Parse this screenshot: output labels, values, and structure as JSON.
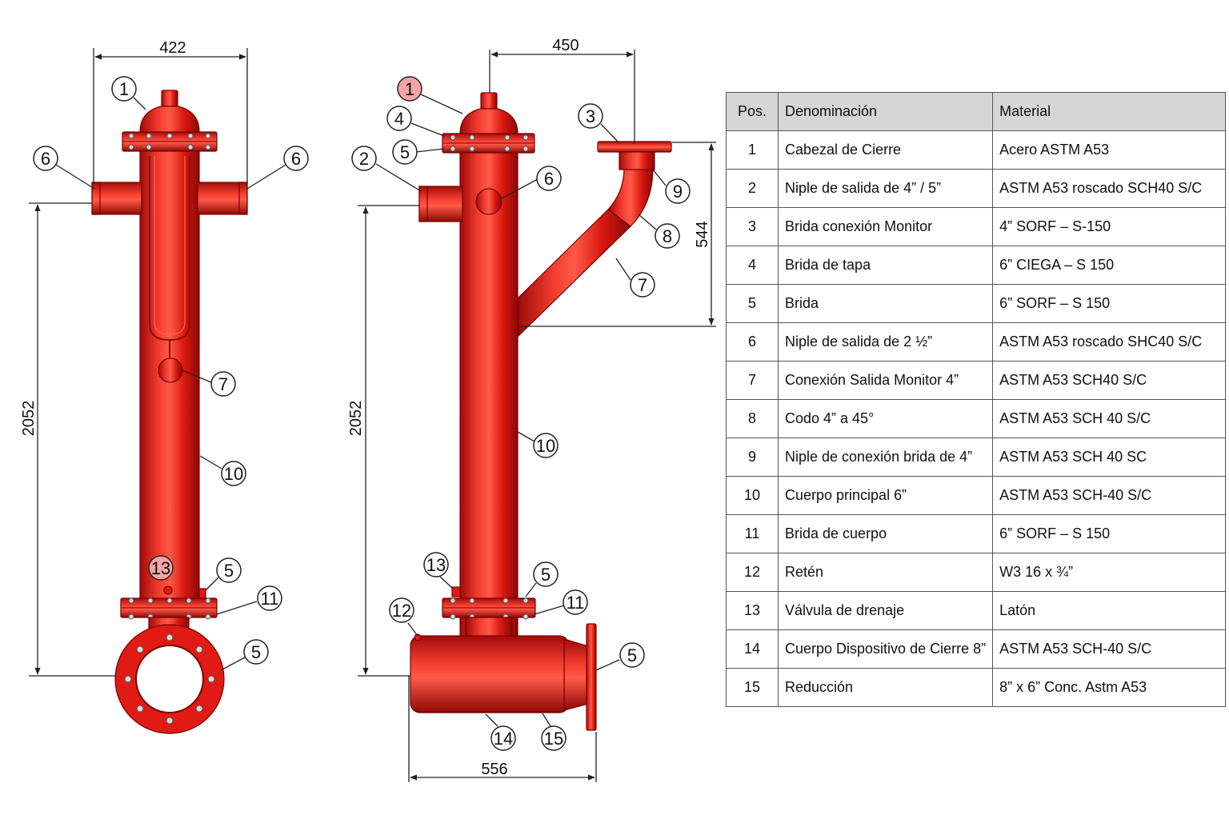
{
  "dimensions": {
    "left_width": "422",
    "left_height": "2052",
    "right_width": "450",
    "right_height": "2052",
    "monitor_height": "544",
    "base_width": "556"
  },
  "callouts": {
    "left": [
      "1",
      "6",
      "6",
      "7",
      "10",
      "13",
      "5",
      "11",
      "5"
    ],
    "right": [
      "1",
      "4",
      "5",
      "2",
      "3",
      "9",
      "8",
      "6",
      "7",
      "10",
      "13",
      "5",
      "11",
      "12",
      "5",
      "14",
      "15"
    ]
  },
  "colors": {
    "hydrant_red": "#e01a14",
    "highlight_callout": "#f4a4a4",
    "table_header": "#d6d6d6"
  },
  "table": {
    "headers": [
      "Pos.",
      "Denominación",
      "Material"
    ],
    "rows": [
      [
        "1",
        "Cabezal de Cierre",
        "Acero ASTM A53"
      ],
      [
        "2",
        "Niple de salida de 4” / 5”",
        "ASTM A53 roscado SCH40 S/C"
      ],
      [
        "3",
        "Brida conexión Monitor",
        "4” SORF – S-150"
      ],
      [
        "4",
        "Brida de tapa",
        "6” CIEGA – S 150"
      ],
      [
        "5",
        "Brida",
        "6” SORF – S 150"
      ],
      [
        "6",
        "Niple de salida de 2 ½”",
        "ASTM A53 roscado SHC40 S/C"
      ],
      [
        "7",
        "Conexión Salida Monitor 4”",
        "ASTM A53 SCH40 S/C"
      ],
      [
        "8",
        "Codo 4” a 45°",
        "ASTM A53 SCH 40 S/C"
      ],
      [
        "9",
        "Niple de conexión brida de 4”",
        "ASTM A53 SCH 40 SC"
      ],
      [
        "10",
        "Cuerpo principal 6”",
        "ASTM A53 SCH-40 S/C"
      ],
      [
        "11",
        "Brida de cuerpo",
        "6” SORF – S 150"
      ],
      [
        "12",
        "Retén",
        "W3 16 x ¾”"
      ],
      [
        "13",
        "Válvula de drenaje",
        "Latón"
      ],
      [
        "14",
        "Cuerpo Dispositivo de Cierre 8”",
        "ASTM A53 SCH-40 S/C"
      ],
      [
        "15",
        "Reducción",
        "8” x 6” Conc. Astm A53"
      ]
    ]
  }
}
